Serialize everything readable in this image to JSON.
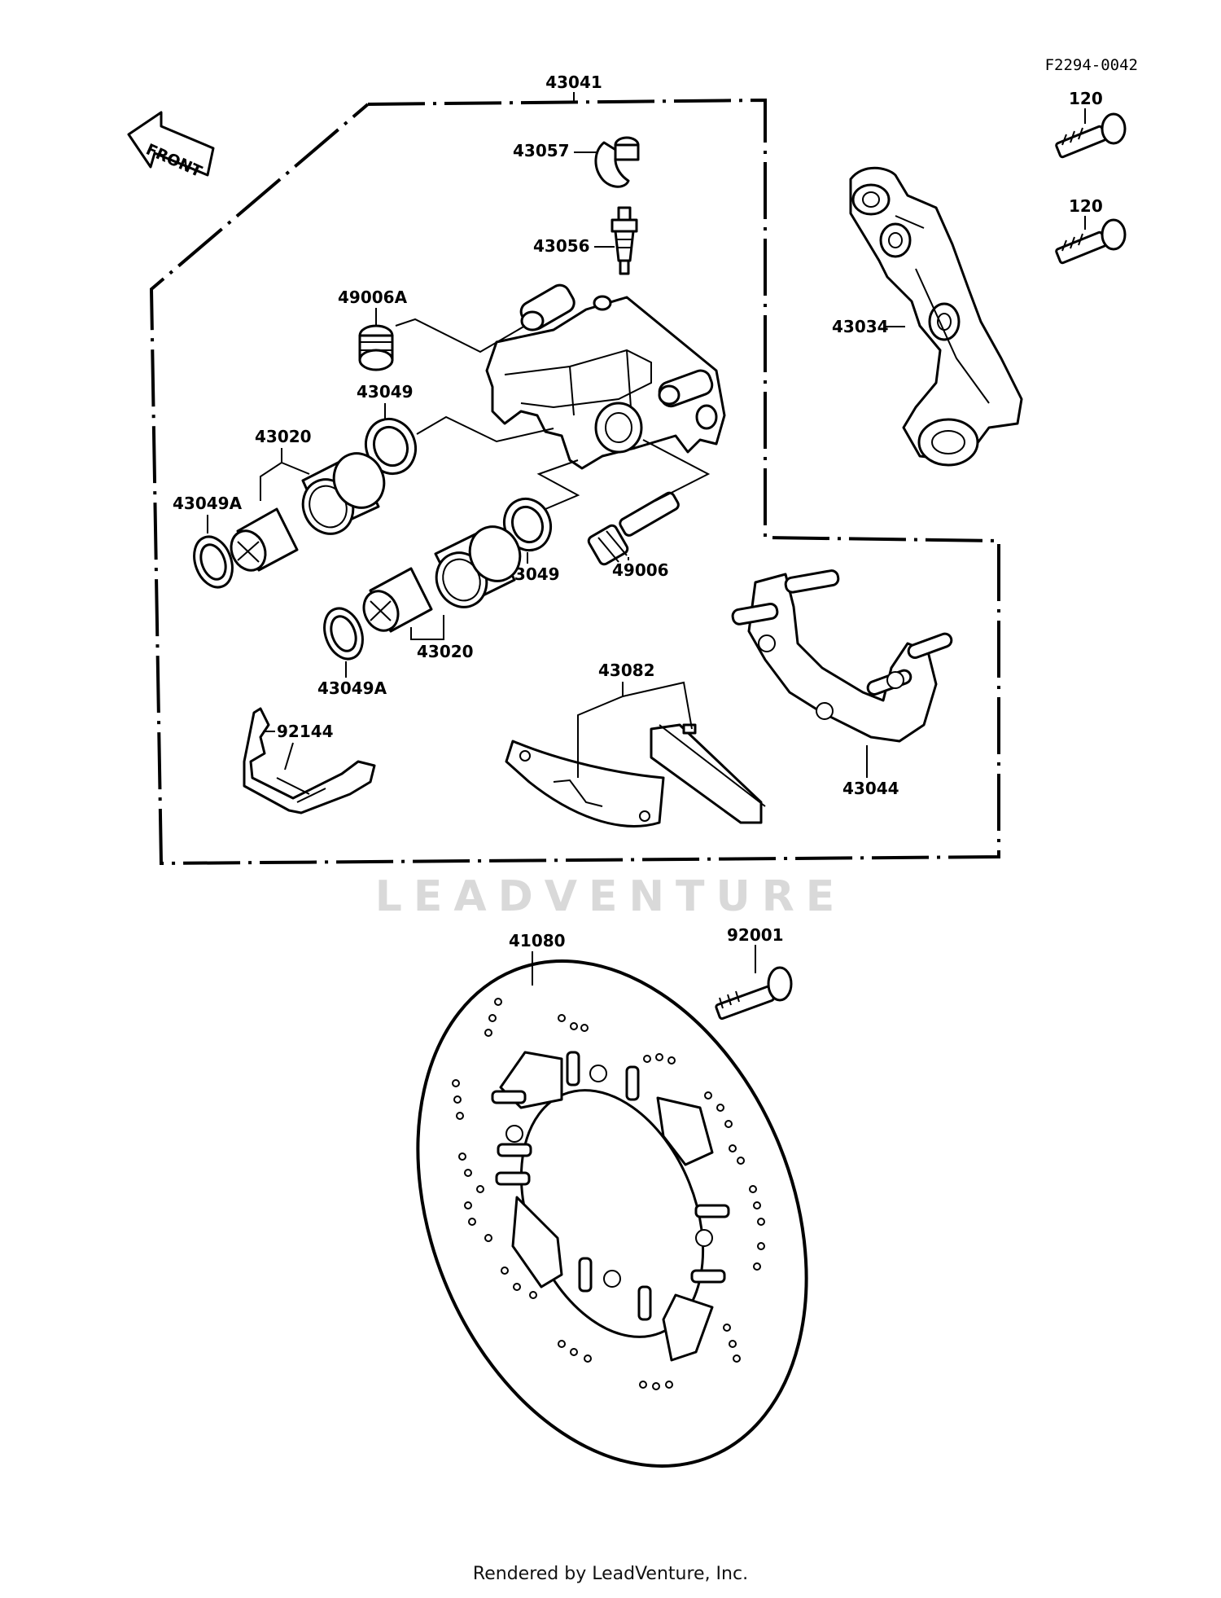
{
  "diagram": {
    "ref_code": "F2294-0042",
    "front_arrow_label": "FRONT",
    "watermark": "LEADVENTURE",
    "parts": {
      "p43041": "43041",
      "p43057": "43057",
      "p43056": "43056",
      "p49006A": "49006A",
      "p43049_top": "43049",
      "p43020_top": "43020",
      "p43049A_left": "43049A",
      "p43049_mid": "43049",
      "p49006": "49006",
      "p43020_bot": "43020",
      "p43049A_bot": "43049A",
      "p43082": "43082",
      "p92144": "92144",
      "p43044": "43044",
      "p43034": "43034",
      "p120_a": "120",
      "p120_b": "120",
      "p41080": "41080",
      "p92001": "92001"
    }
  },
  "footer": {
    "text": "Rendered by LeadVenture, Inc."
  }
}
